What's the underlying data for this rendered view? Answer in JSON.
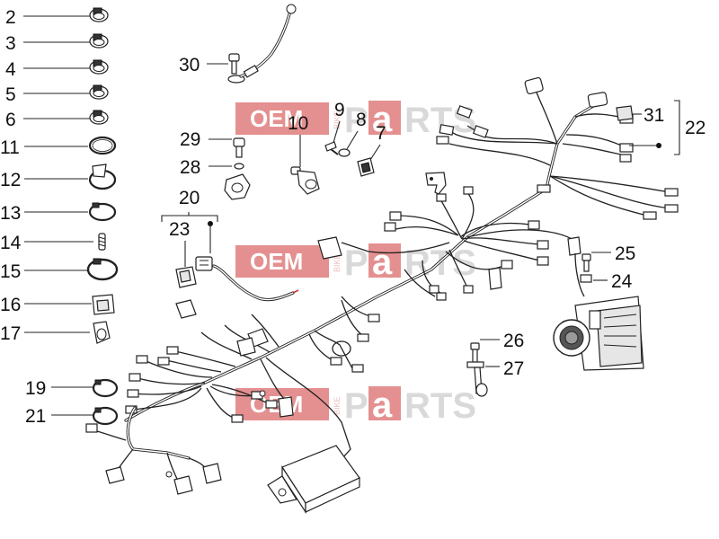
{
  "watermark": {
    "oem": "OEM",
    "bike": "BIKE",
    "parts_p": "P",
    "parts_a": "a",
    "parts_rest": "RTS"
  },
  "callouts": [
    {
      "id": "c2",
      "text": "2"
    },
    {
      "id": "c3",
      "text": "3"
    },
    {
      "id": "c4",
      "text": "4"
    },
    {
      "id": "c5",
      "text": "5"
    },
    {
      "id": "c6",
      "text": "6"
    },
    {
      "id": "c11",
      "text": "11"
    },
    {
      "id": "c12",
      "text": "12"
    },
    {
      "id": "c13",
      "text": "13"
    },
    {
      "id": "c14",
      "text": "14"
    },
    {
      "id": "c15",
      "text": "15"
    },
    {
      "id": "c16",
      "text": "16"
    },
    {
      "id": "c17",
      "text": "17"
    },
    {
      "id": "c19",
      "text": "19"
    },
    {
      "id": "c21",
      "text": "21"
    },
    {
      "id": "c30",
      "text": "30"
    },
    {
      "id": "c29",
      "text": "29"
    },
    {
      "id": "c28",
      "text": "28"
    },
    {
      "id": "c10",
      "text": "10"
    },
    {
      "id": "c9",
      "text": "9"
    },
    {
      "id": "c8",
      "text": "8"
    },
    {
      "id": "c7",
      "text": "7"
    },
    {
      "id": "c20",
      "text": "20"
    },
    {
      "id": "c23",
      "text": "23"
    },
    {
      "id": "c31",
      "text": "31"
    },
    {
      "id": "c22",
      "text": "22"
    },
    {
      "id": "c25",
      "text": "25"
    },
    {
      "id": "c24",
      "text": "24"
    },
    {
      "id": "c26",
      "text": "26"
    },
    {
      "id": "c27",
      "text": "27"
    }
  ]
}
